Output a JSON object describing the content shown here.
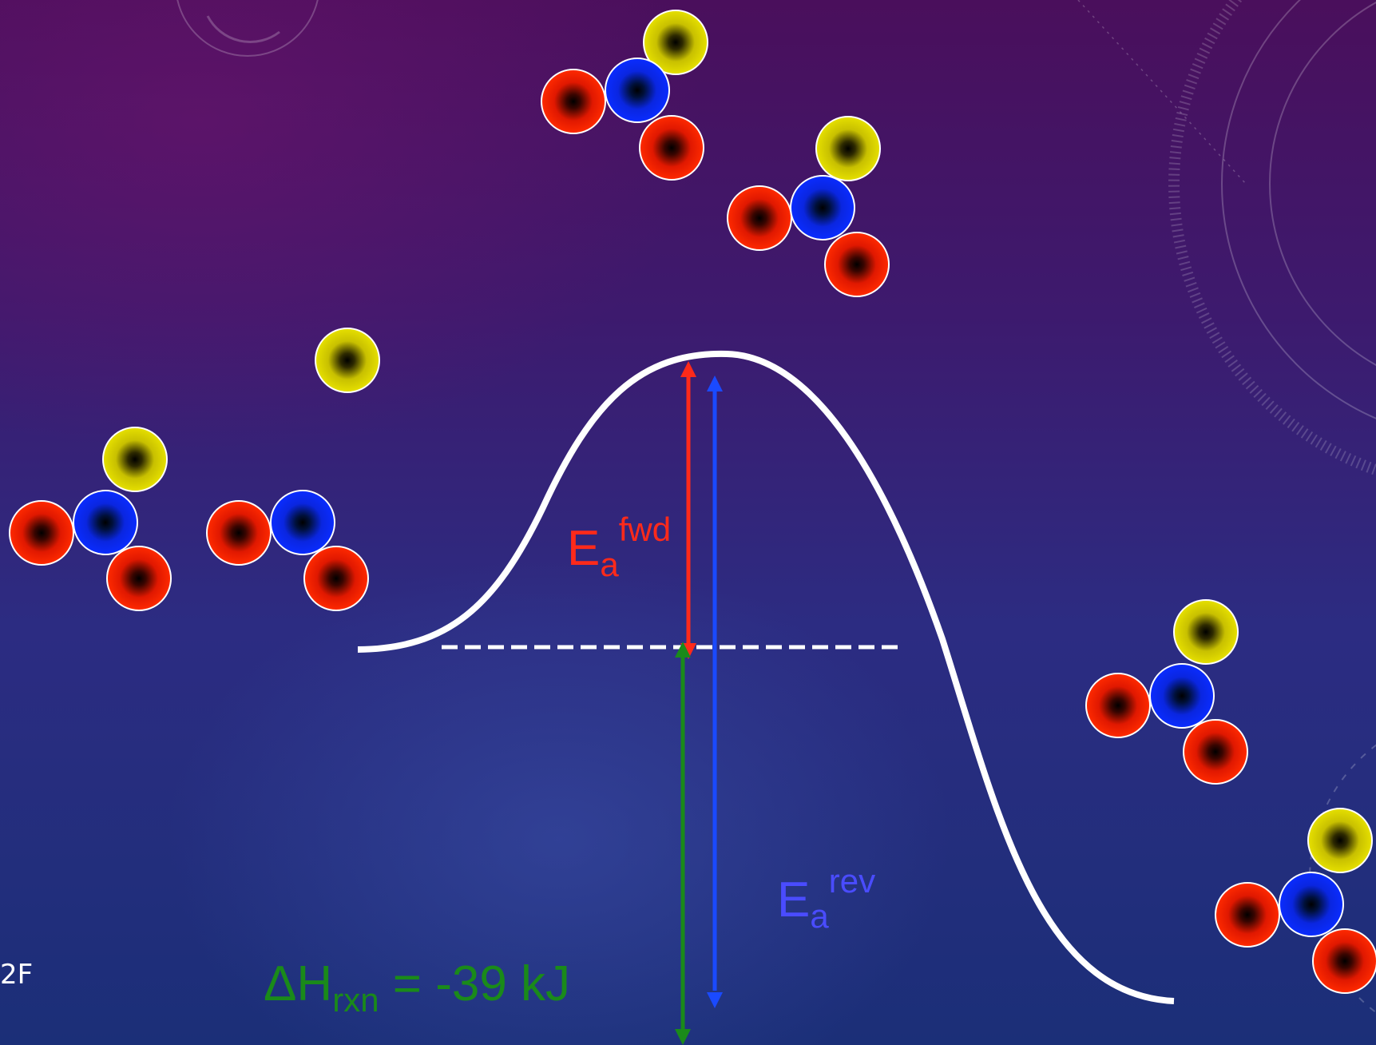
{
  "labels": {
    "ea_forward": {
      "main": "E",
      "sub": "a",
      "sup": "fwd"
    },
    "ea_reverse": {
      "main": "E",
      "sub": "a",
      "sup": "rev"
    },
    "delta_h": {
      "main": "ΔH",
      "sub": "rxn",
      "rest": " = -39 kJ"
    },
    "corner": "2F"
  },
  "colors": {
    "ea_forward": "#ff2a1a",
    "ea_reverse": "#4a4cff",
    "delta_h": "#1a8a1a",
    "curve": "#ffffff",
    "atom_red": "#ff2200",
    "atom_blue": "#0a2cff",
    "atom_yellow": "#e8e000"
  }
}
